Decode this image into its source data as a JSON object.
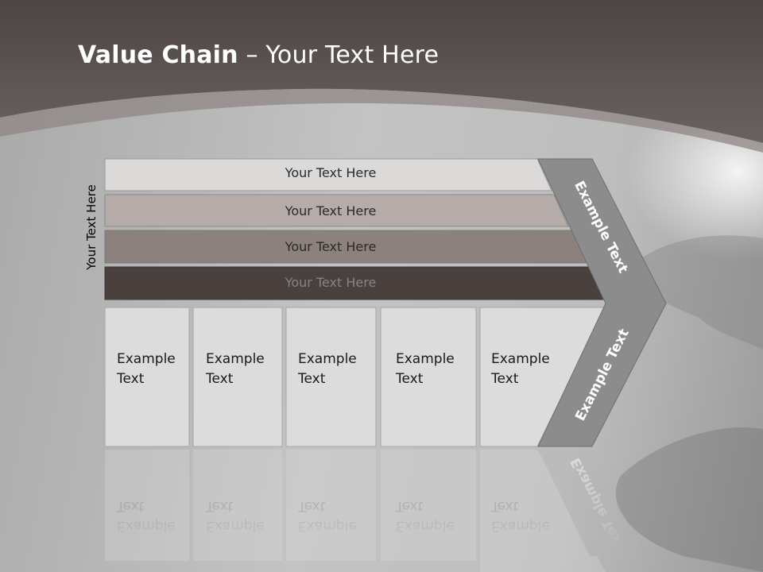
{
  "slide": {
    "title_bold": "Value Chain",
    "title_rest": " – Your Text Here",
    "side_label": "Your Text Here"
  },
  "bars": [
    {
      "label": "Your Text Here",
      "fill": "#dcd9d9",
      "text_color": "#2a2a2a"
    },
    {
      "label": "Your Text Here",
      "fill": "#b5aba8",
      "text_color": "#2a2a2a"
    },
    {
      "label": "Your Text Here",
      "fill": "#8c817d",
      "text_color": "#2a2a2a"
    },
    {
      "label": "Your Text Here",
      "fill": "#4a403d",
      "text_color": "#8a8280"
    }
  ],
  "boxes": [
    {
      "label": "Example\nText"
    },
    {
      "label": "Example\nText"
    },
    {
      "label": "Example\nText"
    },
    {
      "label": "Example\nText"
    },
    {
      "label": "Example\nText"
    }
  ],
  "chevron": {
    "upper_label": "Example Text",
    "lower_label": "Example Text",
    "fill": "#8c8c8c"
  },
  "colors": {
    "header": "#5a504d",
    "box_fill": "#dcdcdc",
    "box_border": "#a6a6a6"
  }
}
